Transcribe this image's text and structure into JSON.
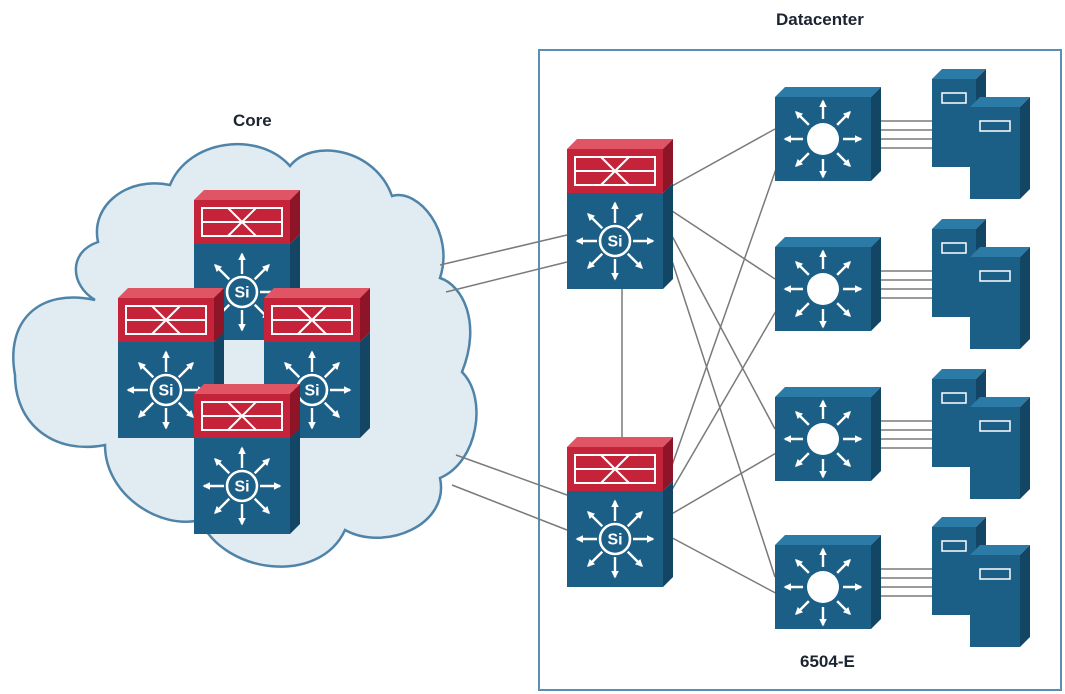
{
  "labels": {
    "core": "Core",
    "datacenter": "Datacenter",
    "access_model": "6504-E"
  },
  "nodes": {
    "core_switches": [
      {
        "id": "core-1",
        "kind": "multilayer-switch",
        "badge": "Si"
      },
      {
        "id": "core-2",
        "kind": "multilayer-switch",
        "badge": "Si"
      },
      {
        "id": "core-3",
        "kind": "multilayer-switch",
        "badge": "Si"
      },
      {
        "id": "core-4",
        "kind": "multilayer-switch",
        "badge": "Si"
      }
    ],
    "distribution_switches": [
      {
        "id": "dist-1",
        "kind": "multilayer-switch",
        "badge": "Si"
      },
      {
        "id": "dist-2",
        "kind": "multilayer-switch",
        "badge": "Si"
      }
    ],
    "access_switches": [
      {
        "id": "acc-1",
        "kind": "layer2-switch"
      },
      {
        "id": "acc-2",
        "kind": "layer2-switch"
      },
      {
        "id": "acc-3",
        "kind": "layer2-switch"
      },
      {
        "id": "acc-4",
        "kind": "layer2-switch"
      }
    ],
    "server_groups": [
      {
        "id": "srv-1",
        "kind": "server-pair"
      },
      {
        "id": "srv-2",
        "kind": "server-pair"
      },
      {
        "id": "srv-3",
        "kind": "server-pair"
      },
      {
        "id": "srv-4",
        "kind": "server-pair"
      }
    ]
  },
  "links": [
    {
      "from": "core",
      "to": "dist-1",
      "count": 2
    },
    {
      "from": "core",
      "to": "dist-2",
      "count": 2
    },
    {
      "from": "dist-1",
      "to": "dist-2",
      "count": 1
    },
    {
      "from": "dist-1",
      "to": "acc-1",
      "count": 1
    },
    {
      "from": "dist-1",
      "to": "acc-2",
      "count": 1
    },
    {
      "from": "dist-1",
      "to": "acc-3",
      "count": 1
    },
    {
      "from": "dist-1",
      "to": "acc-4",
      "count": 1
    },
    {
      "from": "dist-2",
      "to": "acc-1",
      "count": 1
    },
    {
      "from": "dist-2",
      "to": "acc-2",
      "count": 1
    },
    {
      "from": "dist-2",
      "to": "acc-3",
      "count": 1
    },
    {
      "from": "dist-2",
      "to": "acc-4",
      "count": 1
    },
    {
      "from": "acc-1",
      "to": "srv-1",
      "count": 4
    },
    {
      "from": "acc-2",
      "to": "srv-2",
      "count": 4
    },
    {
      "from": "acc-3",
      "to": "srv-3",
      "count": 4
    },
    {
      "from": "acc-4",
      "to": "srv-4",
      "count": 4
    }
  ],
  "colors": {
    "device_blue": "#1b5e86",
    "device_blue_dark": "#124664",
    "device_blue_light": "#2c7aa6",
    "device_red": "#c4233a",
    "cloud_fill": "#e1ebf2",
    "cloud_stroke": "#4f84a8",
    "datacenter_border": "#5a8fb3",
    "link": "#7a7a7a"
  }
}
